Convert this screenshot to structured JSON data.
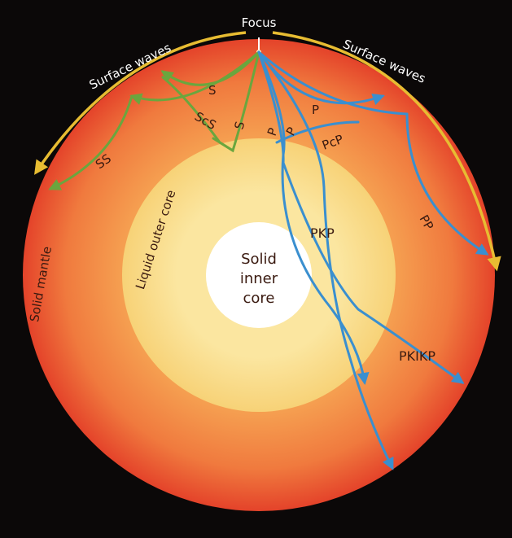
{
  "focus": "Focus",
  "surface_left": "Surface waves",
  "surface_right": "Surface waves",
  "mantle": "Solid mantle",
  "outer_core": "Liquid outer core",
  "inner_core": [
    "Solid",
    "inner",
    "core"
  ],
  "s_waves": {
    "s1": "S",
    "s2": "S",
    "scs": "ScS",
    "ss": "SS"
  },
  "p_waves": {
    "p1": "P",
    "p2": "P",
    "p3": "P",
    "pcp": "PcP",
    "pp": "PP",
    "pkp": "PKP",
    "pkikp": "PKIKP"
  },
  "colors": {
    "background": "#0b0808",
    "mantle_edge": "#e8482c",
    "mantle_inner": "#f6a453",
    "outer_core": "#f9de86",
    "inner_core": "#ffffff",
    "s_wave": "#6aa63e",
    "p_wave": "#3a8fcf",
    "arc": "#e7bc32",
    "label_dark": "#3a1a10",
    "label_light": "#ffffff"
  }
}
